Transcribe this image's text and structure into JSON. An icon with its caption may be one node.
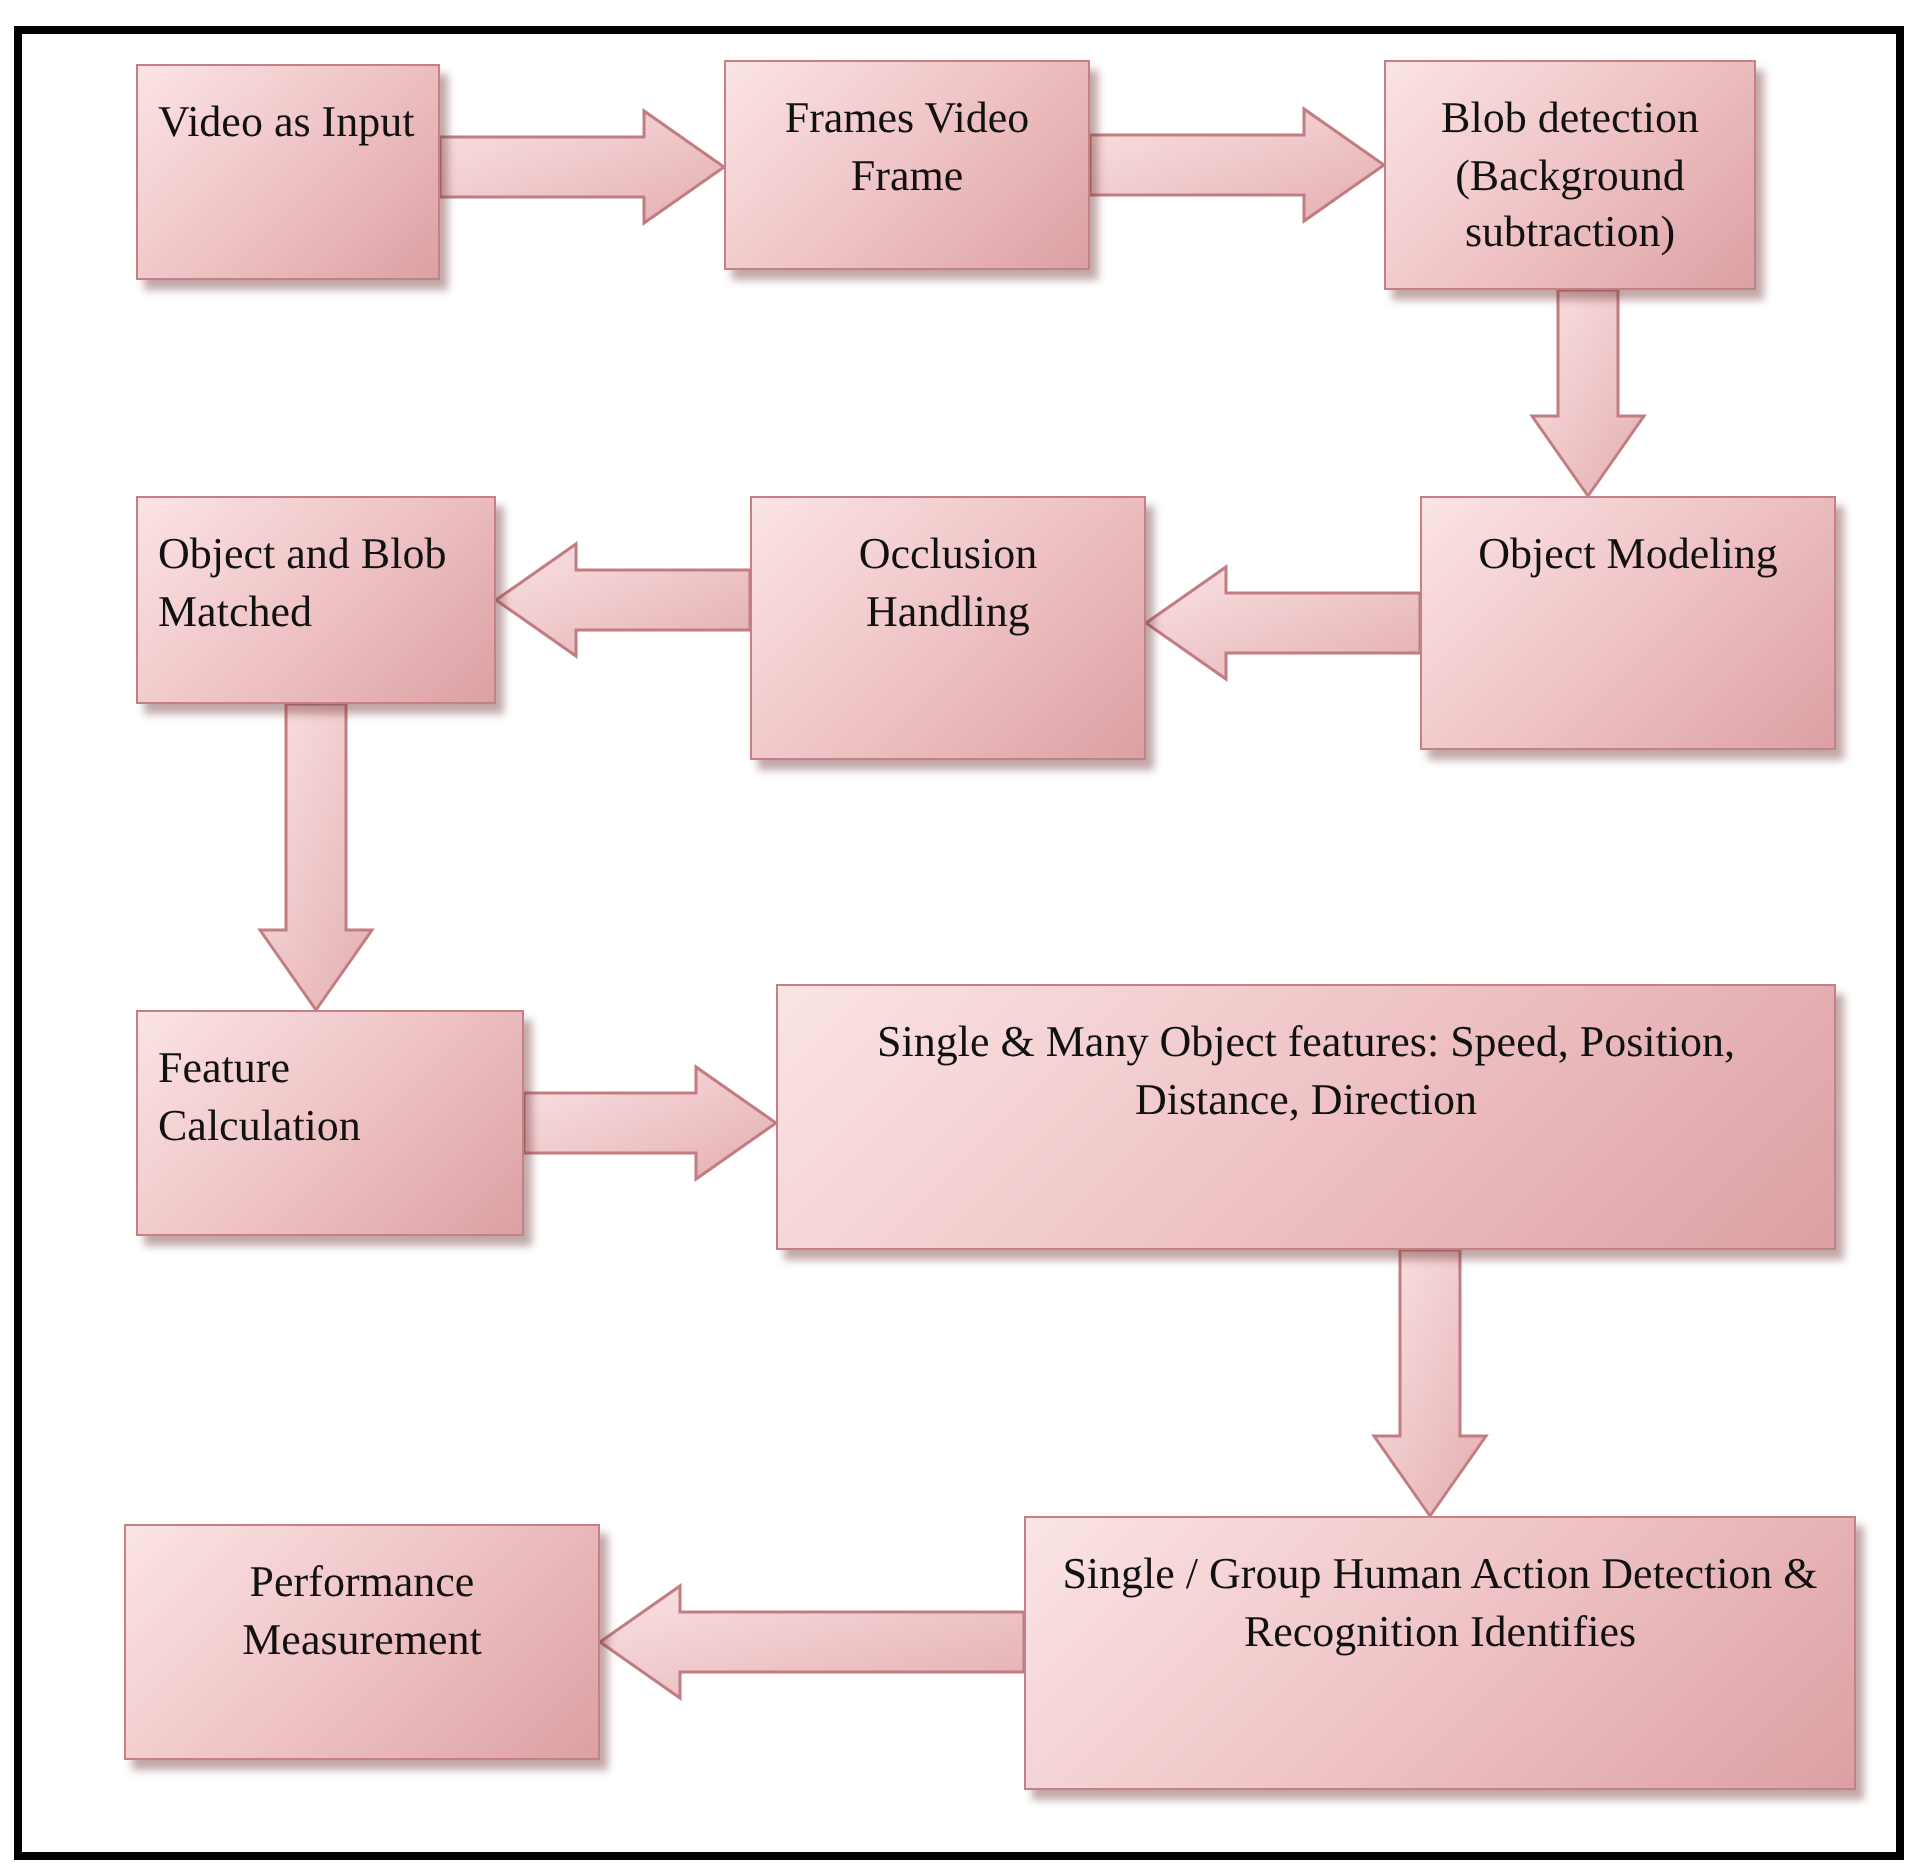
{
  "diagram": {
    "nodes": [
      {
        "text": [
          "Video as Input"
        ]
      },
      {
        "text": [
          "Frames Video Frame"
        ]
      },
      {
        "text": [
          "Blob detection (Background subtraction)"
        ]
      },
      {
        "text": [
          "Object Modeling"
        ]
      },
      {
        "text": [
          "Occlusion Handling"
        ]
      },
      {
        "text": [
          "Object and Blob Matched"
        ]
      },
      {
        "text": [
          "Feature Calculation"
        ]
      },
      {
        "text": [
          "Single & Many Object features: Speed, Position, Distance, Direction"
        ]
      },
      {
        "text": [
          "Single / Group Human Action Detection & Recognition Identifies"
        ]
      },
      {
        "text": [
          "Performance Measurement"
        ]
      }
    ],
    "edges": [
      {
        "from": 0,
        "to": 1,
        "arrow": "to"
      },
      {
        "from": 1,
        "to": 2,
        "arrow": "to"
      },
      {
        "from": 2,
        "to": 3,
        "arrow": "to"
      },
      {
        "from": 3,
        "to": 4,
        "arrow": "to"
      },
      {
        "from": 4,
        "to": 5,
        "arrow": "to"
      },
      {
        "from": 5,
        "to": 6,
        "arrow": "to"
      },
      {
        "from": 6,
        "to": 7,
        "arrow": "to"
      },
      {
        "from": 7,
        "to": 8,
        "arrow": "to"
      },
      {
        "from": 8,
        "to": 9,
        "arrow": "to"
      }
    ]
  }
}
